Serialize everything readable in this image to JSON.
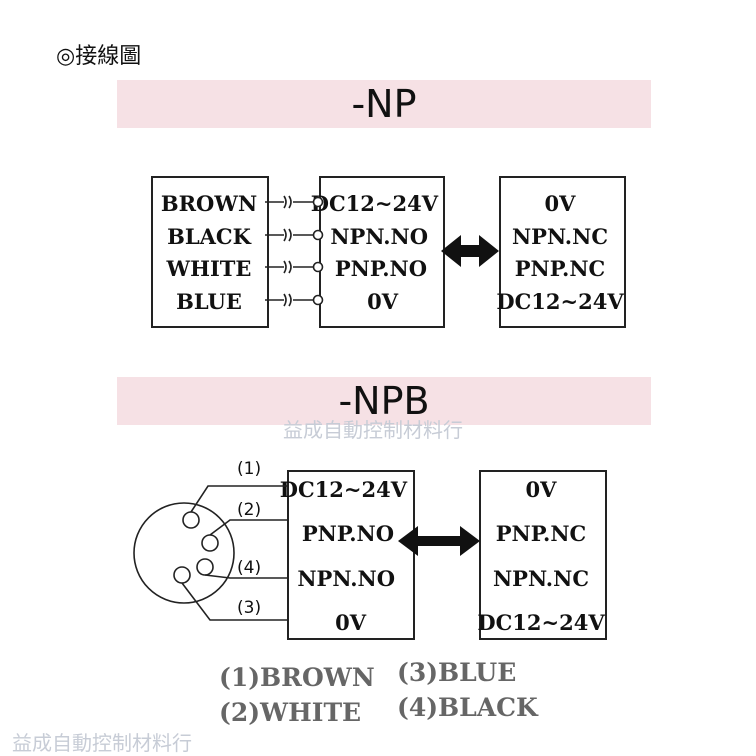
{
  "heading": "◎接線圖",
  "np": {
    "title": "-NP",
    "wires": [
      "BROWN",
      "BLACK",
      "WHITE",
      "BLUE"
    ],
    "sensor_terminals": [
      "DC12~24V",
      "NPN.NO",
      "PNP.NO",
      "0V"
    ],
    "load_terminals": [
      "0V",
      "NPN.NC",
      "PNP.NC",
      "DC12~24V"
    ]
  },
  "npb": {
    "title": "-NPB",
    "pin_numbers": [
      "(1)",
      "(2)",
      "(4)",
      "(3)"
    ],
    "sensor_terminals": [
      "DC12~24V",
      "PNP.NO",
      "NPN.NO",
      "0V"
    ],
    "load_terminals": [
      "0V",
      "PNP.NC",
      "NPN.NC",
      "DC12~24V"
    ]
  },
  "legend": {
    "item1": "(1)BROWN",
    "item2": "(2)WHITE",
    "item3": "(3)BLUE",
    "item4": "(4)BLACK"
  },
  "watermark": "益成自動控制材料行"
}
